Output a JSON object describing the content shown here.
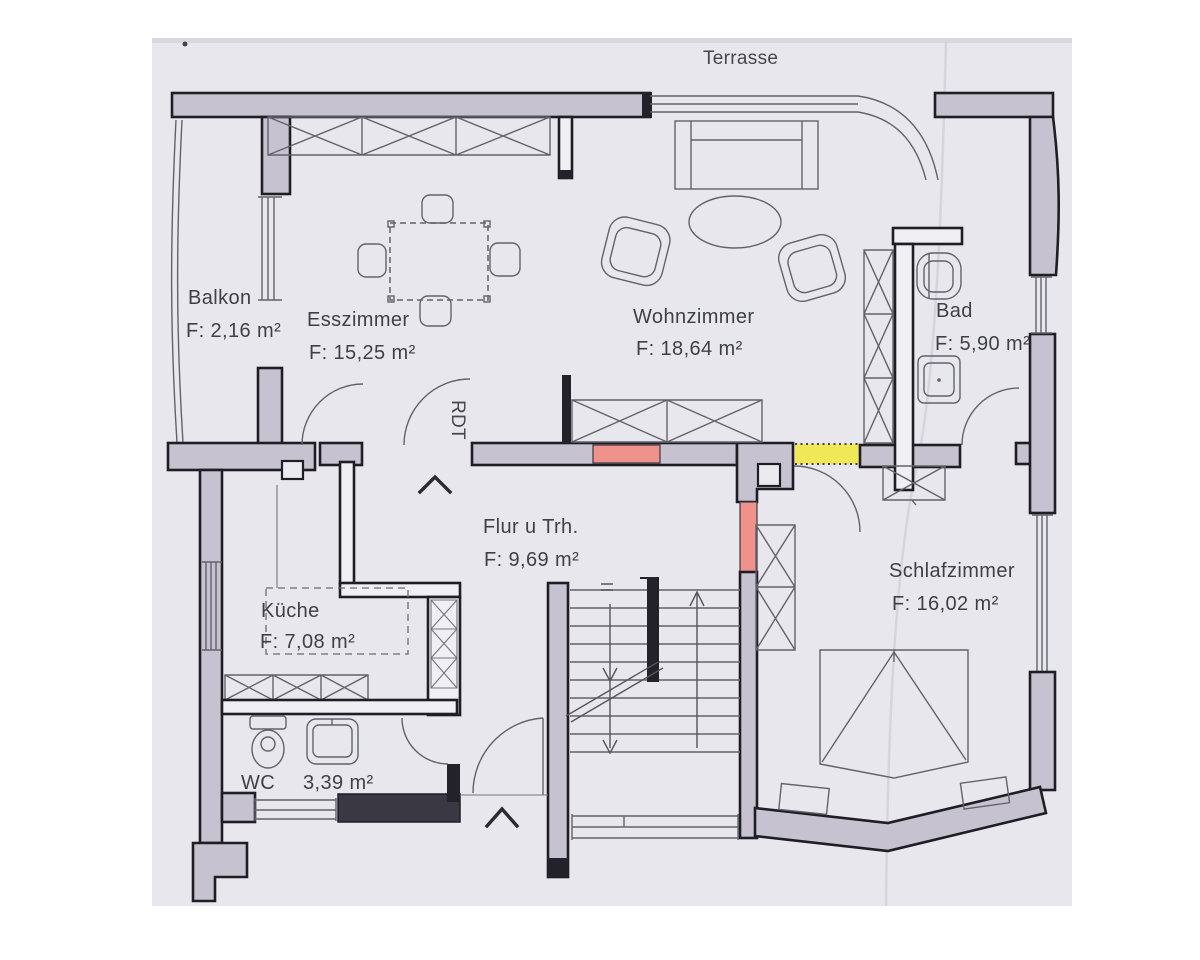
{
  "plan": {
    "terrasse_label": "Terrasse",
    "rooms": {
      "balkon": {
        "name": "Balkon",
        "area": "F: 2,16 m²"
      },
      "esszimmer": {
        "name": "Esszimmer",
        "area": "F: 15,25 m²"
      },
      "wohnzimmer": {
        "name": "Wohnzimmer",
        "area": "F: 18,64 m²"
      },
      "bad": {
        "name": "Bad",
        "area": "F: 5,90 m²"
      },
      "flur": {
        "name": "Flur u Trh.",
        "area": "F: 9,69 m²"
      },
      "kueche": {
        "name": "Küche",
        "area": "F: 7,08 m²"
      },
      "schlafzimmer": {
        "name": "Schlafzimmer",
        "area": "F: 16,02 m²"
      },
      "wc": {
        "name": "WC",
        "area": "3,39 m²"
      }
    },
    "annotations": {
      "rdt": "RDT"
    }
  },
  "colors": {
    "paper": "#e8e7ed",
    "wall_fill": "#c7c2cf",
    "highlight_red": "#f0928c",
    "highlight_yellow": "#f1e858",
    "line_black": "#1e1e24",
    "text": "#3f3f47"
  }
}
